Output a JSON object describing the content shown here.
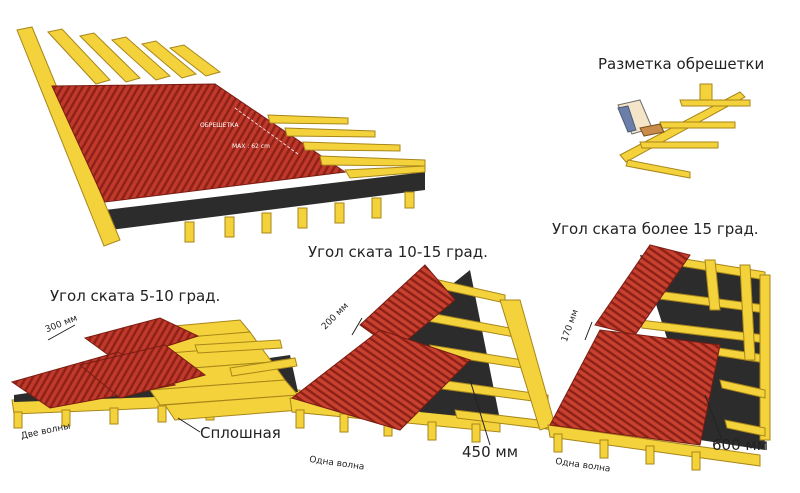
{
  "top": {
    "lath_label": "ОБРЕШЕТКА",
    "max_label": "MAX : 62 cm"
  },
  "marking": {
    "title": "Разметка обрешетки"
  },
  "panel_5_10": {
    "title": "Угол ската 5-10 град.",
    "overlap": "300 мм",
    "waves": "Две волны",
    "solid": "Сплошная"
  },
  "panel_10_15": {
    "title": "Угол ската 10-15 град.",
    "overlap": "200 мм",
    "waves": "Одна волна",
    "spacing": "450 мм"
  },
  "panel_15": {
    "title": "Угол ската более 15 град.",
    "overlap": "170 мм",
    "waves": "Одна волна",
    "spacing": "600 мм"
  },
  "colors": {
    "sheet": "#c0392b",
    "wood": "#f3d23b",
    "wood_dark": "#a8861a",
    "base": "#2c2c2c"
  }
}
